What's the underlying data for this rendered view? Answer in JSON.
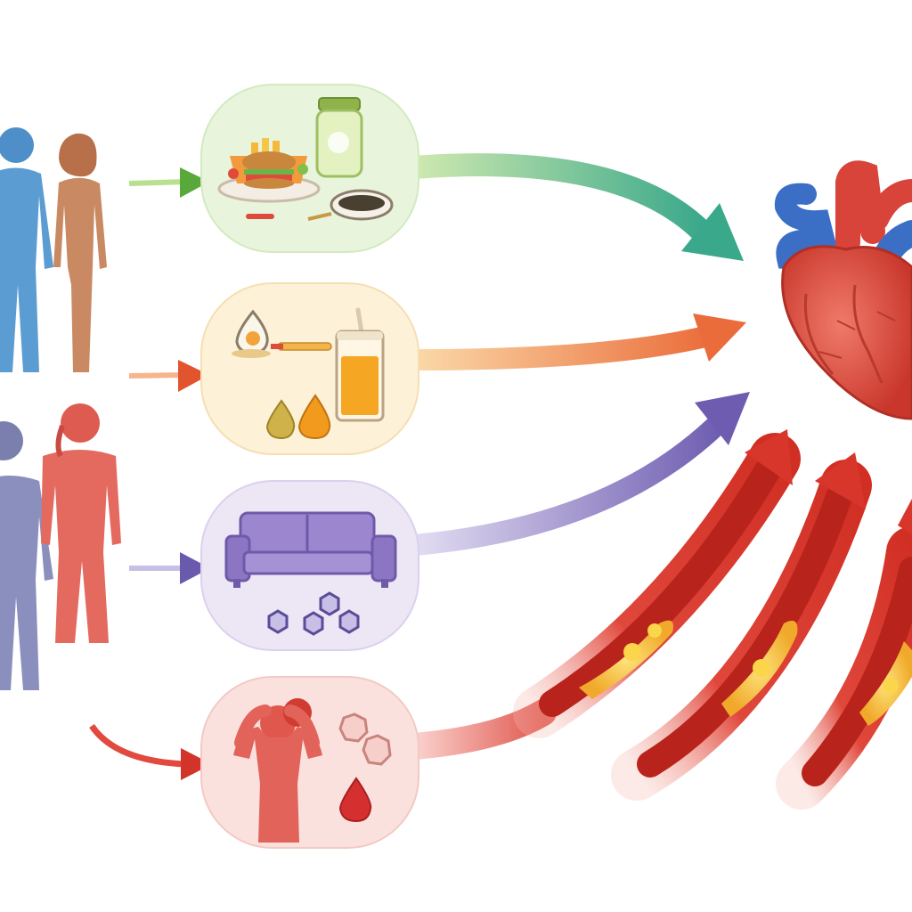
{
  "diagram": {
    "people_groups": [
      "people-group-top",
      "people-group-bottom"
    ],
    "risk_factors": [
      {
        "id": "diet",
        "icon": "junk-food-icon",
        "color": "#66b04a",
        "bg": "#e8f5dc"
      },
      {
        "id": "fats",
        "icon": "fat-oil-icon",
        "color": "#e9793a",
        "bg": "#fdf1d8"
      },
      {
        "id": "sedentary",
        "icon": "sofa-icon",
        "color": "#7b68b8",
        "bg": "#ece6f5"
      },
      {
        "id": "stress",
        "icon": "stress-headache-icon",
        "color": "#d9423c",
        "bg": "#fbe1de"
      }
    ],
    "target": {
      "icon": "heart-icon"
    },
    "arteries": [
      {
        "id": "artery-1",
        "icon": "clogged-artery-icon"
      },
      {
        "id": "artery-2",
        "icon": "clogged-artery-icon"
      },
      {
        "id": "artery-3",
        "icon": "clogged-artery-icon"
      }
    ],
    "colors": {
      "artery_red": "#d63a2e",
      "plaque_yellow": "#f5c238",
      "heart_red": "#e05246",
      "vein_blue": "#3b6fc6"
    }
  }
}
